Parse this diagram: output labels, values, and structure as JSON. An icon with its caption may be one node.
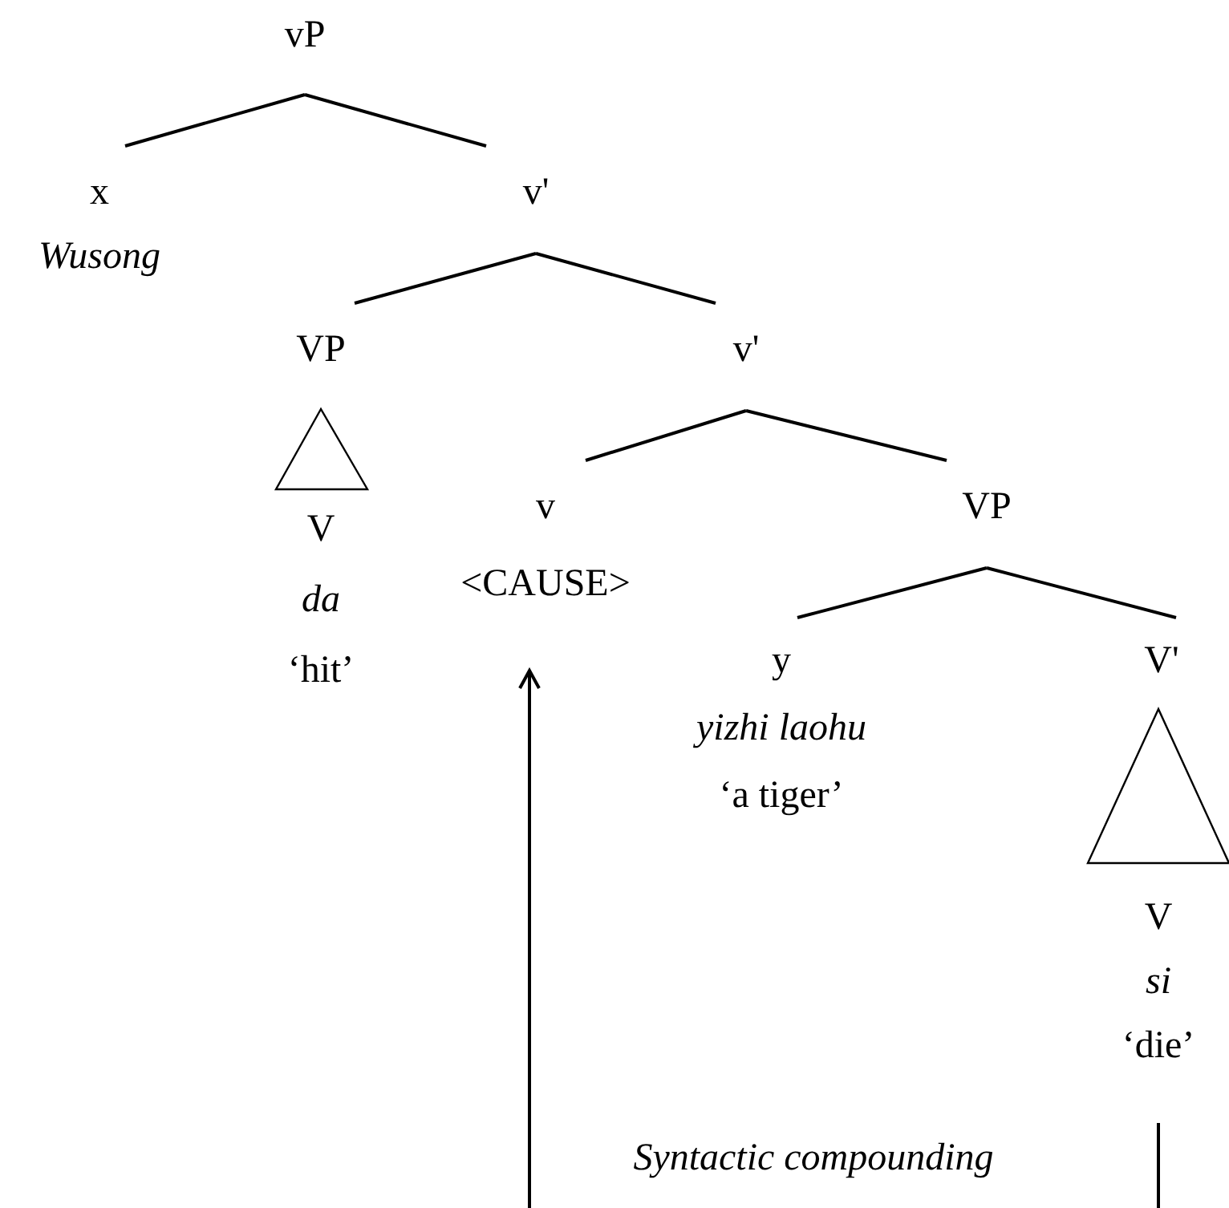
{
  "diagram": {
    "nodes": [
      {
        "text": [
          "vP"
        ]
      },
      {
        "text": [
          "x",
          "Wusong"
        ]
      },
      {
        "text": [
          "v'"
        ]
      },
      {
        "text": [
          "VP"
        ]
      },
      {
        "text": [],
        "shape": "triangle"
      },
      {
        "text": [
          "V",
          "da",
          "‘hit’"
        ]
      },
      {
        "text": [
          "v'"
        ]
      },
      {
        "text": [
          "v",
          "<CAUSE>"
        ]
      },
      {
        "text": [
          "VP"
        ]
      },
      {
        "text": [
          "y",
          "yizhi laohu",
          "‘a tiger’"
        ]
      },
      {
        "text": [
          "V'"
        ]
      },
      {
        "text": [],
        "shape": "triangle"
      },
      {
        "text": [
          "V",
          "si",
          "‘die’"
        ]
      }
    ],
    "edges": [
      {
        "from": 0,
        "to": 1,
        "arrow": "none"
      },
      {
        "from": 0,
        "to": 2,
        "arrow": "none"
      },
      {
        "from": 2,
        "to": 3,
        "arrow": "none"
      },
      {
        "from": 2,
        "to": 6,
        "arrow": "none"
      },
      {
        "from": 6,
        "to": 7,
        "arrow": "none"
      },
      {
        "from": 6,
        "to": 8,
        "arrow": "none"
      },
      {
        "from": 8,
        "to": 9,
        "arrow": "none"
      },
      {
        "from": 8,
        "to": 10,
        "arrow": "none"
      },
      {
        "from": 12,
        "to": 7,
        "arrow": "to"
      }
    ],
    "labels": [
      "Syntactic compounding"
    ]
  }
}
